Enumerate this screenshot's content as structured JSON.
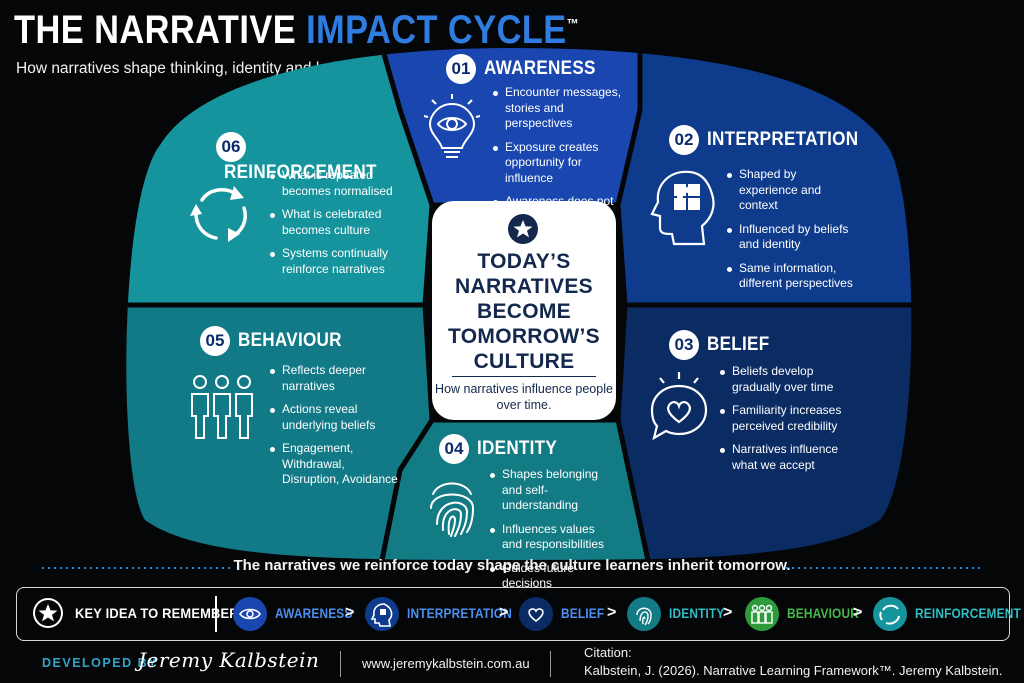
{
  "header": {
    "title_part1": "THE NARRATIVE",
    "title_part2": "IMPACT CYCLE",
    "trademark": "™",
    "subtitle": "How narratives shape thinking, identity and behaviour."
  },
  "center": {
    "headline_lines": [
      "TODAY’S",
      "NARRATIVES",
      "BECOME",
      "TOMORROW’S",
      "CULTURE"
    ],
    "subtext": "How narratives influence people over time.",
    "icon": "star-icon"
  },
  "segments": [
    {
      "number": "01",
      "title": "AWARENESS",
      "icon": "eye-lightbulb-icon",
      "color": "#1a46b0",
      "points": [
        "Encounter messages, stories and perspectives",
        "Exposure creates opportunity for influence",
        "Awareness does not equal belief"
      ]
    },
    {
      "number": "02",
      "title": "INTERPRETATION",
      "icon": "head-puzzle-icon",
      "color": "#0e3b8c",
      "points": [
        "Shaped by experience and context",
        "Influenced by beliefs and identity",
        "Same information, different perspectives"
      ]
    },
    {
      "number": "03",
      "title": "BELIEF",
      "icon": "heart-speech-icon",
      "color": "#0b2b63",
      "points": [
        "Beliefs develop gradually over time",
        "Familiarity increases perceived credibility",
        "Narratives influence what we accept"
      ]
    },
    {
      "number": "04",
      "title": "IDENTITY",
      "icon": "fingerprint-icon",
      "color": "#137b84",
      "points": [
        "Shapes belonging and self-understanding",
        "Influences values and responsibilities",
        "Guides future decisions"
      ]
    },
    {
      "number": "05",
      "title": "BEHAVIOUR",
      "icon": "people-icon",
      "color": "#127987",
      "points": [
        "Reflects deeper narratives",
        "Actions reveal underlying beliefs",
        "Engagement, Withdrawal, Disruption, Avoidance"
      ]
    },
    {
      "number": "06",
      "title": "REINFORCEMENT",
      "icon": "cycle-arrows-icon",
      "color": "#16949d",
      "points": [
        "What is repeated becomes normalised",
        "What is celebrated becomes culture",
        "Systems continually reinforce narratives"
      ]
    }
  ],
  "tagline": "The narratives we reinforce today shape the culture learners inherit tomorrow.",
  "key_idea": {
    "label": "KEY IDEA TO REMEMBER",
    "steps": [
      {
        "label": "AWARENESS",
        "color": "#4d8ff0",
        "circle": "#1a46b0",
        "icon": "eye-icon"
      },
      {
        "label": "INTERPRETATION",
        "color": "#4d8ff0",
        "circle": "#0e3b8c",
        "icon": "head-puzzle-icon"
      },
      {
        "label": "BELIEF",
        "color": "#4d8ff0",
        "circle": "#0b2b63",
        "icon": "heart-icon"
      },
      {
        "label": "IDENTITY",
        "color": "#2fbfc4",
        "circle": "#137b84",
        "icon": "fingerprint-icon"
      },
      {
        "label": "BEHAVIOUR",
        "color": "#49b84a",
        "circle": "#2d9a3c",
        "icon": "people-icon"
      },
      {
        "label": "REINFORCEMENT",
        "color": "#2fbfc4",
        "circle": "#16949d",
        "icon": "cycle-arrows-icon"
      }
    ]
  },
  "footer": {
    "developed_by": "DEVELOPED BY",
    "author_signature": "Jeremy Kalbstein",
    "website": "www.jeremykalbstein.com.au",
    "citation_label": "Citation:",
    "citation": "Kalbstein, J. (2026). Narrative Learning Framework™. Jeremy Kalbstein."
  }
}
